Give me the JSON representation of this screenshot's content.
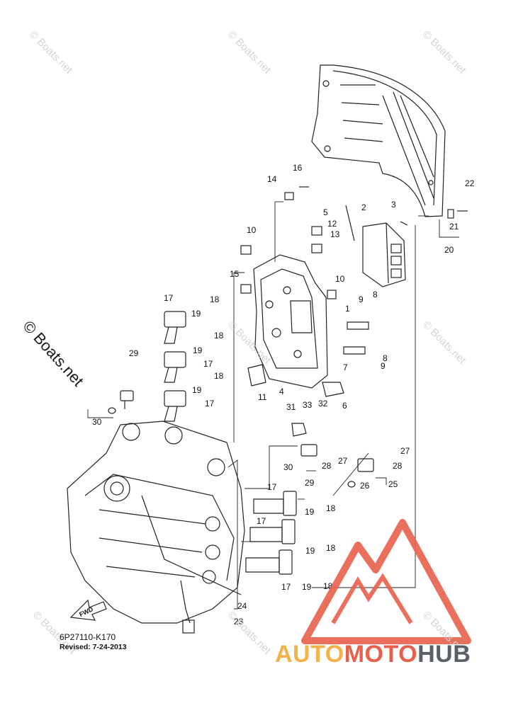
{
  "watermarks": {
    "small": "© Boats.net",
    "large": "© Boats.net"
  },
  "diagram": {
    "part_code": "6P27110-K170",
    "revised": "Revised: 7-24-2013",
    "fwd_label": "FWD",
    "callouts": [
      "1",
      "2",
      "3",
      "4",
      "5",
      "6",
      "7",
      "8",
      "8",
      "9",
      "9",
      "10",
      "10",
      "11",
      "12",
      "13",
      "14",
      "15",
      "16",
      "17",
      "17",
      "17",
      "17",
      "17",
      "17",
      "18",
      "18",
      "18",
      "18",
      "18",
      "18",
      "19",
      "19",
      "19",
      "19",
      "19",
      "19",
      "20",
      "21",
      "22",
      "23",
      "24",
      "25",
      "26",
      "27",
      "27",
      "28",
      "28",
      "29",
      "29",
      "30",
      "30",
      "31",
      "32",
      "33"
    ]
  },
  "brand": {
    "part1": "AUTO",
    "part2": "MOTO",
    "part3": "HUB",
    "colors": {
      "auto": "#f4b24a",
      "moto": "#e8604c",
      "hub": "#5a6068",
      "logo": "#e8604c"
    }
  }
}
